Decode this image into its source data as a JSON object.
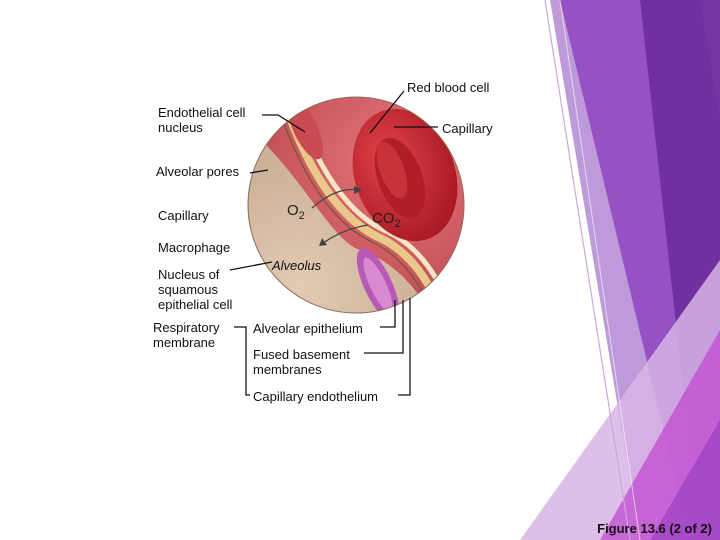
{
  "labels": {
    "red_blood_cell": "Red blood cell",
    "endothelial_nucleus": "Endothelial cell nucleus",
    "capillary_right": "Capillary",
    "alveolar_pores": "Alveolar pores",
    "capillary_left": "Capillary",
    "macrophage": "Macrophage",
    "nucleus_squamous": "Nucleus of squamous epithelial cell",
    "respiratory_membrane": "Respiratory membrane",
    "alveolar_epithelium": "Alveolar epithelium",
    "fused_basement": "Fused basement membranes",
    "capillary_endothelium": "Capillary endothelium",
    "alveolus": "Alveolus"
  },
  "gases": {
    "o2_main": "O",
    "o2_sub": "2",
    "co2_main": "CO",
    "co2_sub": "2"
  },
  "caption": "Figure 13.6 (2 of 2)",
  "colors": {
    "accent_purple": "#8a3fb8",
    "accent_magenta": "#c04ad0",
    "rbc_red": "#c0282f",
    "tissue_tan": "#cfb39a"
  }
}
